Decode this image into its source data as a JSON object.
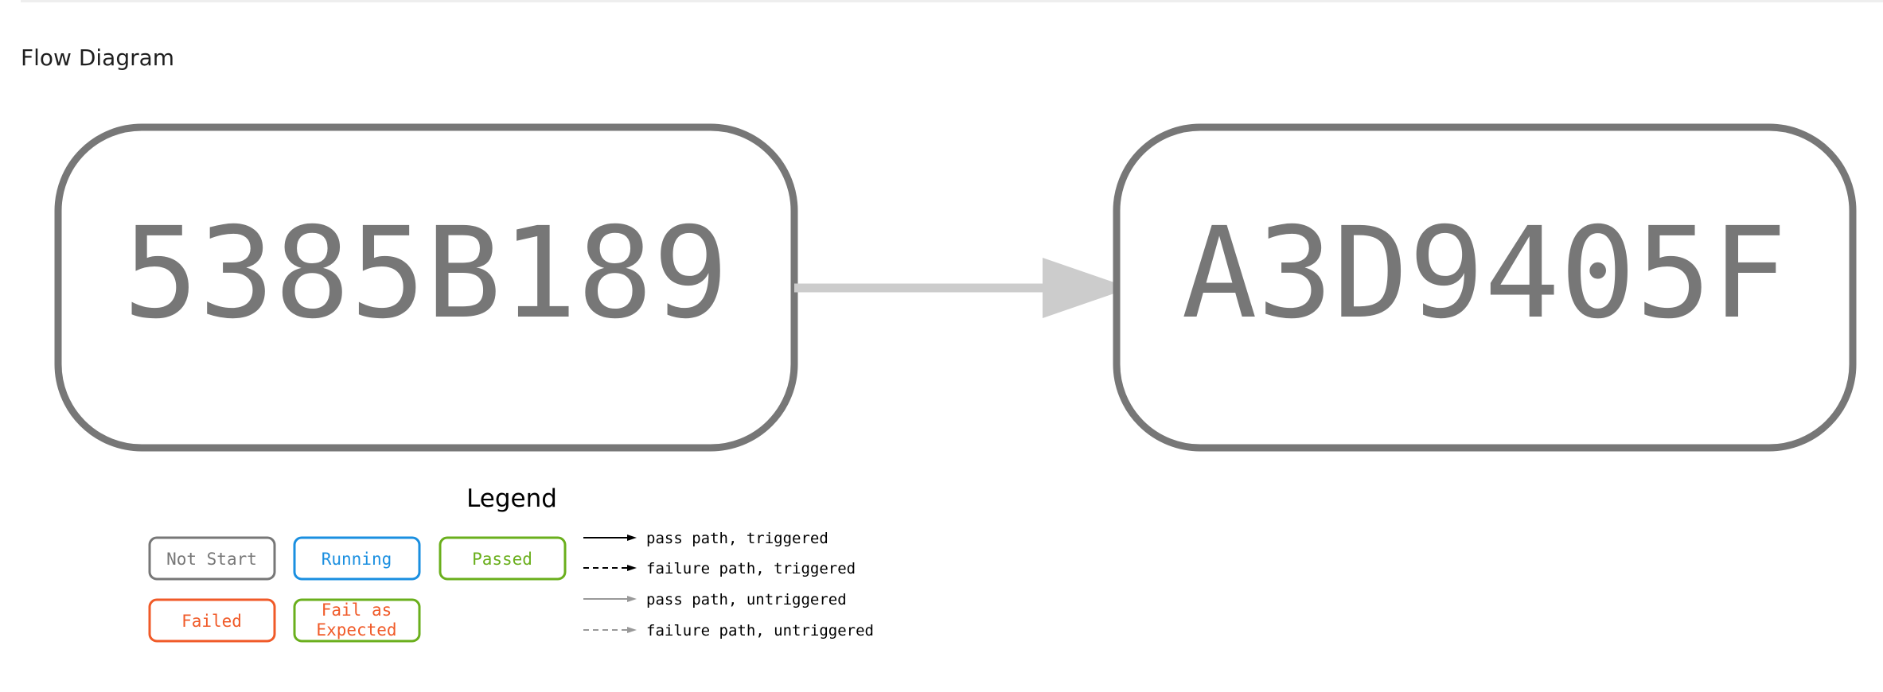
{
  "page": {
    "section_title": "Flow Diagram"
  },
  "colors": {
    "node_stroke": "#777777",
    "edge_untriggered": "#cccccc",
    "not_start": "#777777",
    "running": "#1a8fe0",
    "passed": "#6aaf1c",
    "failed": "#f05a28",
    "fail_expected_border": "#6aaf1c",
    "fail_expected_text": "#f05a28",
    "triggered_line": "#000000",
    "untriggered_line": "#999999"
  },
  "diagram": {
    "nodes": [
      {
        "id": "5385B189",
        "status": "not_start"
      },
      {
        "id": "A3D9405F",
        "status": "not_start"
      }
    ],
    "edges": [
      {
        "from": "5385B189",
        "to": "A3D9405F",
        "type": "pass path, untriggered"
      }
    ]
  },
  "legend": {
    "title": "Legend",
    "states": {
      "not_start": "Not Start",
      "running": "Running",
      "passed": "Passed",
      "failed": "Failed",
      "fail_expected_line1": "Fail as",
      "fail_expected_line2": "Expected"
    },
    "paths": {
      "pass_triggered": "pass path, triggered",
      "failure_triggered": "failure path, triggered",
      "pass_untriggered": "pass path, untriggered",
      "failure_untriggered": "failure path, untriggered"
    }
  }
}
